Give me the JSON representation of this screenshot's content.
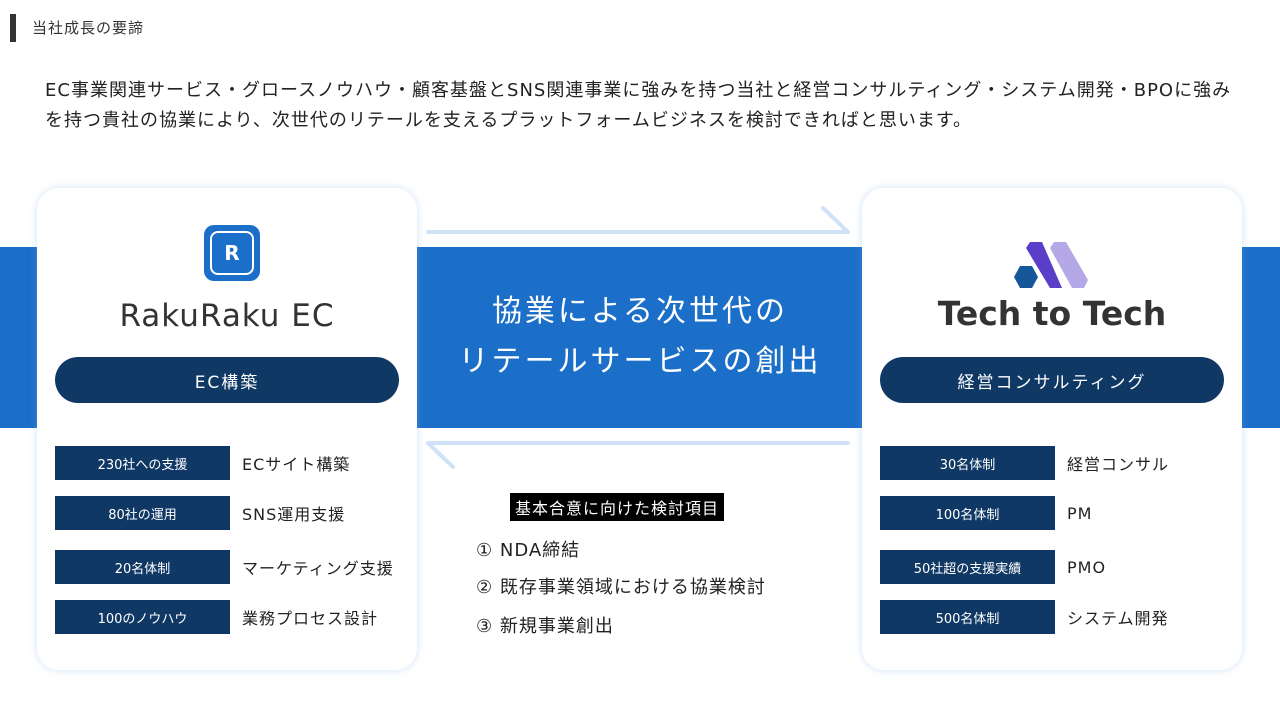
{
  "header": {
    "title": "当社成長の要諦"
  },
  "lead": "EC事業関連サービス・グロースノウハウ・顧客基盤とSNS関連事業に強みを持つ当社と経営コンサルティング・システム開発・BPOに強みを持つ貴社の協業により、次世代のリテールを支えるプラットフォームビジネスを検討できればと思います。",
  "left": {
    "logo_letter": "R",
    "name": "RakuRaku EC",
    "pill": "EC構築",
    "rows": [
      {
        "tag": "230社への支援",
        "value": "ECサイト構築"
      },
      {
        "tag": "80社の運用",
        "value": "SNS運用支援"
      },
      {
        "tag": "20名体制",
        "value": "マーケティング支援"
      },
      {
        "tag": "100のノウハウ",
        "value": "業務プロセス設計"
      }
    ]
  },
  "right": {
    "name": "Tech to Tech",
    "pill": "経営コンサルティング",
    "rows": [
      {
        "tag": "30名体制",
        "value": "経営コンサル"
      },
      {
        "tag": "100名体制",
        "value": "PM"
      },
      {
        "tag": "50社超の支援実績",
        "value": "PMO"
      },
      {
        "tag": "500名体制",
        "value": "システム開発"
      }
    ]
  },
  "center": {
    "line1": "協業による次世代の",
    "line2": "リテールサービスの創出"
  },
  "agenda": {
    "title": "基本合意に向けた検討項目",
    "items": [
      "① NDA締結",
      "② 既存事業領域における協業検討",
      "③ 新規事業創出"
    ]
  },
  "colors": {
    "band": "#1c6fc9",
    "navy": "#0f3864",
    "arrow": "#cfe2f7"
  }
}
